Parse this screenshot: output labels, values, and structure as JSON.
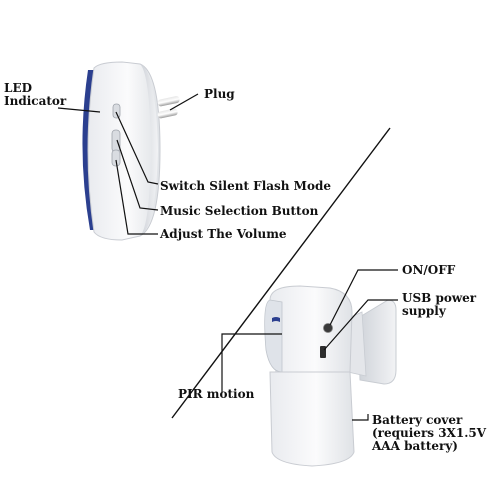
{
  "receiver": {
    "led_indicator": "LED\nIndicator",
    "plug": "Plug",
    "switch_mode": "Switch Silent Flash Mode",
    "music_button": "Music Selection Button",
    "volume": "Adjust The Volume"
  },
  "sensor": {
    "on_off": "ON/OFF",
    "usb_power": "USB power\nsupply",
    "pir_motion": "PIR motion",
    "battery_cover": "Battery cover\n(requiers 3X1.5V\nAAA battery)"
  },
  "colors": {
    "background": "#ffffff",
    "device_body": "#f4f5f7",
    "device_shade": "#d6d9de",
    "led_blue": "#2b3f8f",
    "leader_line": "#111111"
  }
}
